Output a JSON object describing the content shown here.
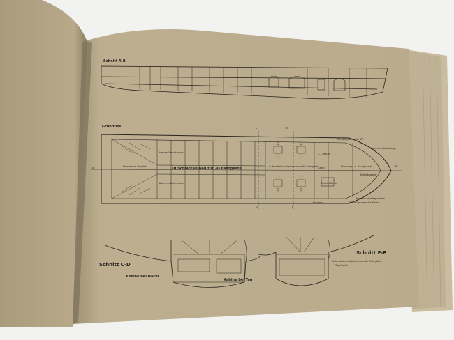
{
  "drawing": {
    "section_ab": "Schnitt A-B",
    "plan_title": "Grundriss",
    "cabins_label": "10 Schlafkabinen für 20 Fahrgäste",
    "section_cd": "Schnitt C-D",
    "section_ef": "Schnitt E-F",
    "cabin_night": "Kabine bei Nacht",
    "cabin_day": "Kabine bei Tag",
    "men_washroom": "Herren-Waschraum",
    "women_washroom": "Damen-Waschraum",
    "passenger_luggage": "Passagiere Gepäck",
    "lounge": "Aufenthalts-u.Speiseraum für Fahrgäste",
    "corridor": "Gang",
    "kitchen": "Elektr.Küche",
    "entrance": "Eingang",
    "wind_dynamo_et": "Wind-Dynamo für ET.",
    "gas_storage": "Gas- und Ballastlage",
    "ct_room": "C.T.-Raum",
    "crew_room": "Führungs- u. Navig.raum",
    "wind_dynamo_kitchen": "Wind-Dynamo für Küche",
    "machine_telegraph": "Maschinentelegraphen",
    "ballast_tank": "Ballastwasser",
    "ef_caption": "Aufenthalts-u.Speiseraum für Fahrgäste",
    "ef_caption2": "Tag-Nacht",
    "mark_a": "A",
    "mark_b": "B",
    "mark_c": "C",
    "mark_d": "D",
    "mark_e": "E",
    "mark_f": "F"
  },
  "colors": {
    "paper": "#b8aa8a",
    "paper_shadow": "#8f8368",
    "ink": "#2a2520",
    "background": "#f2f2f0"
  }
}
